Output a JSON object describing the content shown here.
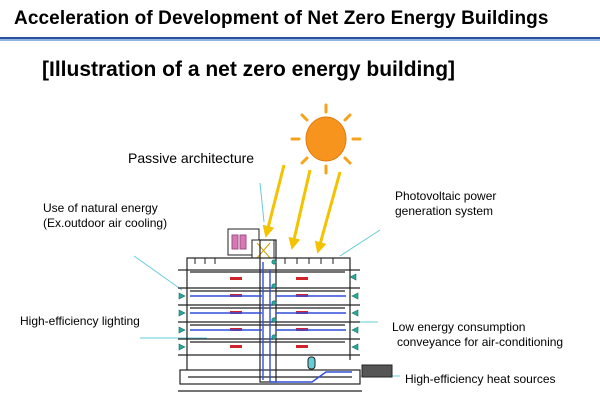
{
  "header": {
    "title": "Acceleration of Development of Net Zero Energy Buildings"
  },
  "subtitle": "[Illustration of a net zero energy building]",
  "labels": {
    "passive": "Passive architecture",
    "natural_line1": "Use of natural energy",
    "natural_line2": "(Ex.outdoor air cooling)",
    "pv_line1": "Photovoltaic power",
    "pv_line2": "generation system",
    "lighting": "High-efficiency lighting",
    "conveyance_line1": "Low energy consumption",
    "conveyance_line2": "conveyance for air-conditioning",
    "heat": "High-efficiency heat sources"
  },
  "colors": {
    "sun": "#f7941d",
    "sun_rays": "#f5a31a",
    "arrows": "#f3c300",
    "pointer_lines": "#66ccd6",
    "duct": "#2f4fd8",
    "accent_green": "#2aa89a",
    "accent_red": "#d2232a",
    "title_rule": "#2c4f9a"
  }
}
